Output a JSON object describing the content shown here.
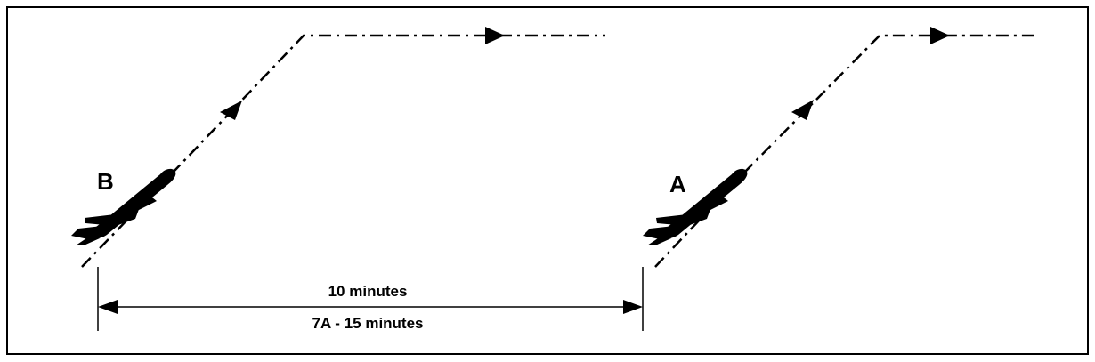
{
  "diagram": {
    "aircraft": [
      {
        "label": "B"
      },
      {
        "label": "A"
      }
    ],
    "interval": {
      "primary": "10 minutes",
      "secondary": "7A - 15 minutes"
    }
  },
  "colors": {
    "ink": "#000000",
    "background": "#ffffff"
  },
  "icons": [
    "airplane-icon",
    "arrowhead-icon"
  ]
}
